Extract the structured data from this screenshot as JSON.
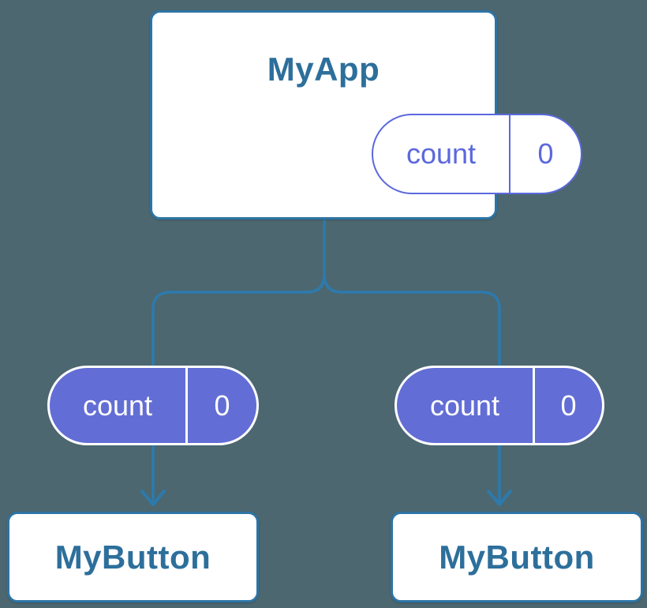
{
  "diagram": {
    "description": "React component tree: parent app state passed as props to two child buttons",
    "colors": {
      "background": "#4C6770",
      "connector_blue": "#2D7AAD",
      "node_border_blue": "#2D74A5",
      "node_text_blue": "#2D6F9B",
      "pill_outline_purple": "#5B68DD",
      "pill_fill_purple": "#626ED5",
      "node_fill": "#FFFFFF",
      "pill_text_white": "#FFFFFF"
    },
    "root": {
      "label": "MyApp",
      "state": {
        "name": "count",
        "value": "0"
      }
    },
    "edges": [
      {
        "prop": {
          "name": "count",
          "value": "0"
        },
        "child": {
          "label": "MyButton"
        }
      },
      {
        "prop": {
          "name": "count",
          "value": "0"
        },
        "child": {
          "label": "MyButton"
        }
      }
    ]
  }
}
